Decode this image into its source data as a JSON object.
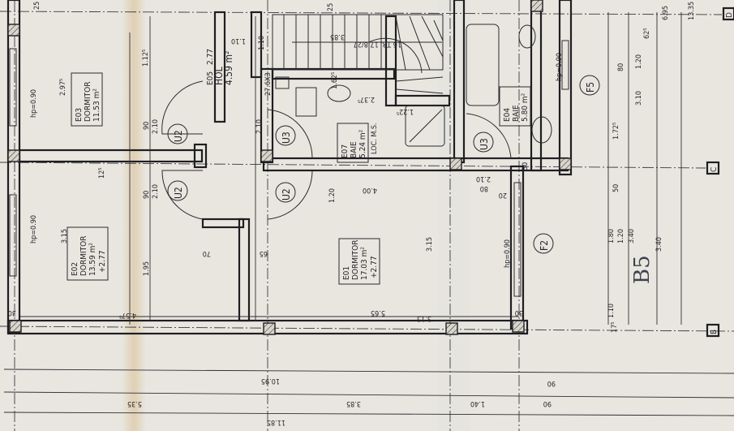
{
  "rooms": [
    {
      "code": "E03",
      "name": "DORMITOR",
      "area": "11.53 m²"
    },
    {
      "code": "E02",
      "name": "DORMITOR",
      "area": "13.59 m²",
      "level": "+2.77"
    },
    {
      "code": "E05",
      "name": "HOL",
      "area": "4.59 m²",
      "level": "2.77"
    },
    {
      "code": "E07",
      "name": "BAIE",
      "area": "5.24 m²",
      "note": "LOC. M.S."
    },
    {
      "code": "E01",
      "name": "DORMITOR",
      "area": "17.03 m²",
      "level": "+2.77"
    },
    {
      "code": "E04",
      "name": "BAIE",
      "area": "5.80 m²"
    }
  ],
  "door_tags": [
    "U2",
    "U2",
    "U2",
    "U3",
    "U3"
  ],
  "window_tags": [
    "F2",
    "F5"
  ],
  "window_sill_labels": [
    "hp=0.90",
    "hp=0.90",
    "hp=0.90",
    "hp=0.90"
  ],
  "axis_labels": [
    "B",
    "C",
    "D"
  ],
  "handwritten_note": "B5",
  "stair_label": "16 TR. 17.8/27",
  "shaft_label": "27.6X3",
  "shower_label": "1.22⁵",
  "dimensions": [
    "10.95",
    "5.35",
    "3.85",
    "1.40",
    "90",
    "90",
    "11.85",
    "5.65",
    "4.57⁵",
    "30",
    "30",
    "3.85",
    "1.10",
    "1.10",
    "3.10",
    "1.20",
    "80",
    "6.95",
    "13.35",
    "1.72⁵",
    "50",
    "1.80",
    "1.20",
    "3.40",
    "3.40",
    "1.10",
    "17⁵",
    "3.15",
    "2.97⁵",
    "3.15",
    "4.00",
    "2.10",
    "80",
    "1.20",
    "2.10",
    "2.10",
    "90",
    "90",
    "1.95",
    "1.12⁵",
    "25",
    "25",
    "62⁵",
    "1.62⁵",
    "2.37⁵",
    "70",
    "65",
    "2.10",
    "20",
    "30",
    "3.15",
    "12⁵"
  ],
  "colors": {
    "paper": "#e9e6df",
    "ink": "#1e1e22"
  }
}
